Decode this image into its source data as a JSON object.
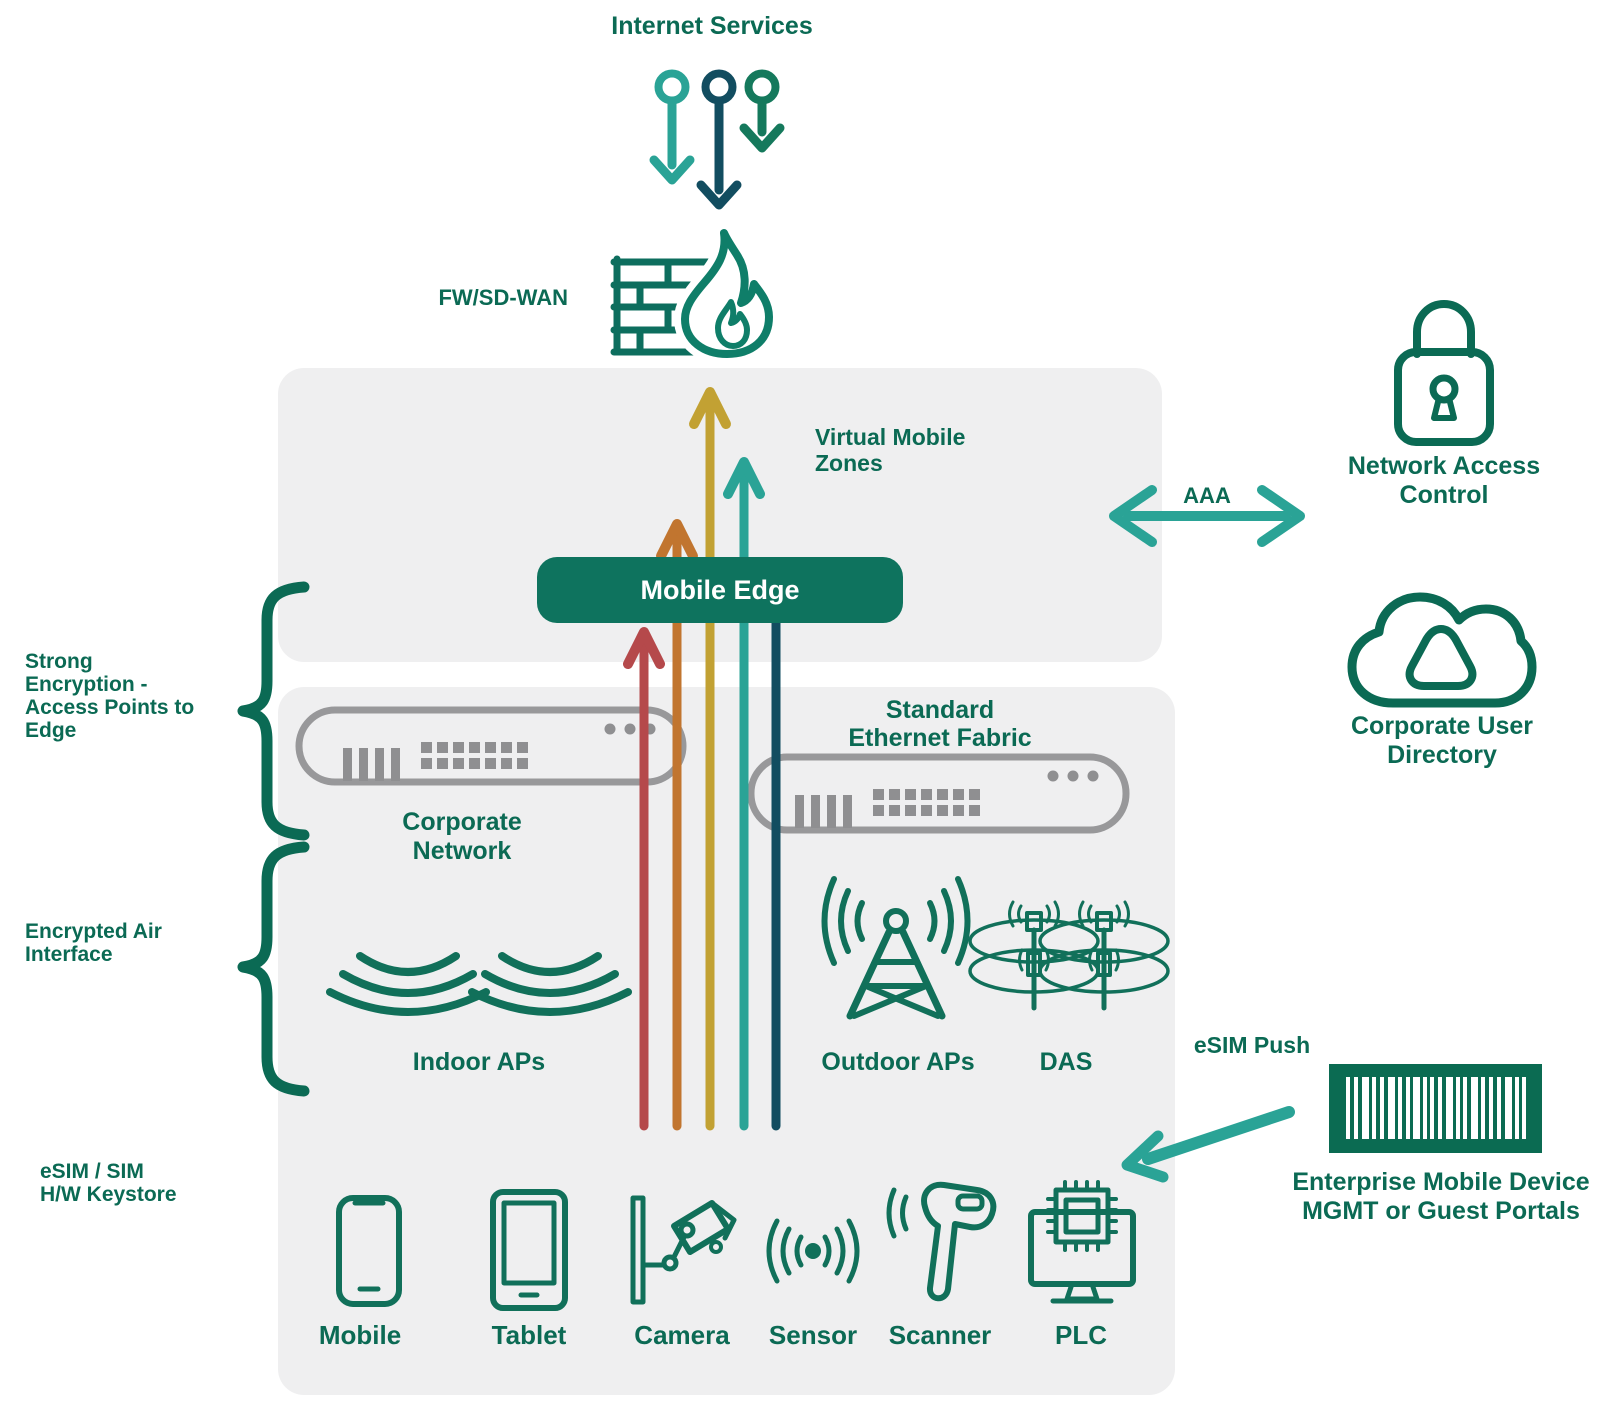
{
  "title": {
    "internet_services": "Internet Services"
  },
  "firewall": {
    "label": "FW/SD-WAN"
  },
  "zones": {
    "line1": "Virtual Mobile",
    "line2": "Zones"
  },
  "mobile_edge": {
    "label": "Mobile Edge"
  },
  "aaa": {
    "label": "AAA"
  },
  "nac": {
    "line1": "Network Access",
    "line2": "Control"
  },
  "cud": {
    "line1": "Corporate User",
    "line2": "Directory"
  },
  "corporate_network": {
    "line1": "Corporate",
    "line2": "Network"
  },
  "ethernet_fabric": {
    "line1": "Standard",
    "line2": "Ethernet Fabric"
  },
  "aps": {
    "indoor": "Indoor APs",
    "outdoor": "Outdoor APs",
    "das": "DAS"
  },
  "esim": {
    "push_label": "eSIM Push",
    "mgmt_line1": "Enterprise Mobile Device",
    "mgmt_line2": "MGMT or Guest Portals"
  },
  "left_annotations": {
    "strong_encryption": {
      "line1": "Strong",
      "line2": "Encryption -",
      "line3": "Access Points to",
      "line4": "Edge"
    },
    "encrypted_air": {
      "line1": "Encrypted Air",
      "line2": "Interface"
    },
    "esim_keystore": {
      "line1": "eSIM / SIM",
      "line2": "H/W Keystore"
    }
  },
  "devices": [
    {
      "label": "Mobile",
      "icon": "mobile-phone-icon"
    },
    {
      "label": "Tablet",
      "icon": "tablet-icon"
    },
    {
      "label": "Camera",
      "icon": "cctv-camera-icon"
    },
    {
      "label": "Sensor",
      "icon": "wireless-sensor-icon"
    },
    {
      "label": "Scanner",
      "icon": "barcode-scanner-icon"
    },
    {
      "label": "PLC",
      "icon": "plc-monitor-chip-icon"
    }
  ],
  "colors": {
    "text_green": "#0b6a54",
    "icon_green": "#11705a",
    "pill_green": "#0e735e",
    "teal": "#2aa396",
    "navy": "#124d60",
    "red": "#b5494b",
    "orange": "#c1752f",
    "gold": "#c2a133",
    "gray_box": "#efeff0",
    "switch_gray": "#98989a",
    "barcode_green": "#0b6b52"
  }
}
